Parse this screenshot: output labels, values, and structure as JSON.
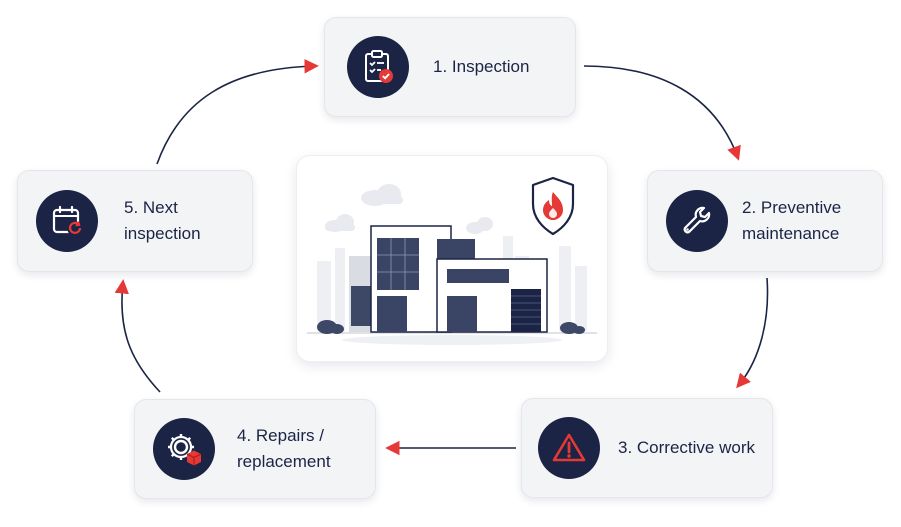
{
  "steps": [
    {
      "label_lines": [
        "1. Inspection"
      ],
      "icon": "clipboard-check-icon"
    },
    {
      "label_lines": [
        "2. Preventive",
        "maintenance"
      ],
      "icon": "wrench-icon"
    },
    {
      "label_lines": [
        "3. Corrective work"
      ],
      "icon": "warning-triangle-icon"
    },
    {
      "label_lines": [
        "4. Repairs /",
        "replacement"
      ],
      "icon": "gear-box-icon"
    },
    {
      "label_lines": [
        "5. Next",
        "inspection"
      ],
      "icon": "calendar-refresh-icon"
    }
  ],
  "center": {
    "illustration": "building-icon",
    "badge": "fire-shield-icon"
  },
  "colors": {
    "navy": "#1b2445",
    "accent_red": "#e53935",
    "card_bg": "#f3f4f6",
    "arrow_line": "#1b2445",
    "arrow_head": "#e53935"
  }
}
